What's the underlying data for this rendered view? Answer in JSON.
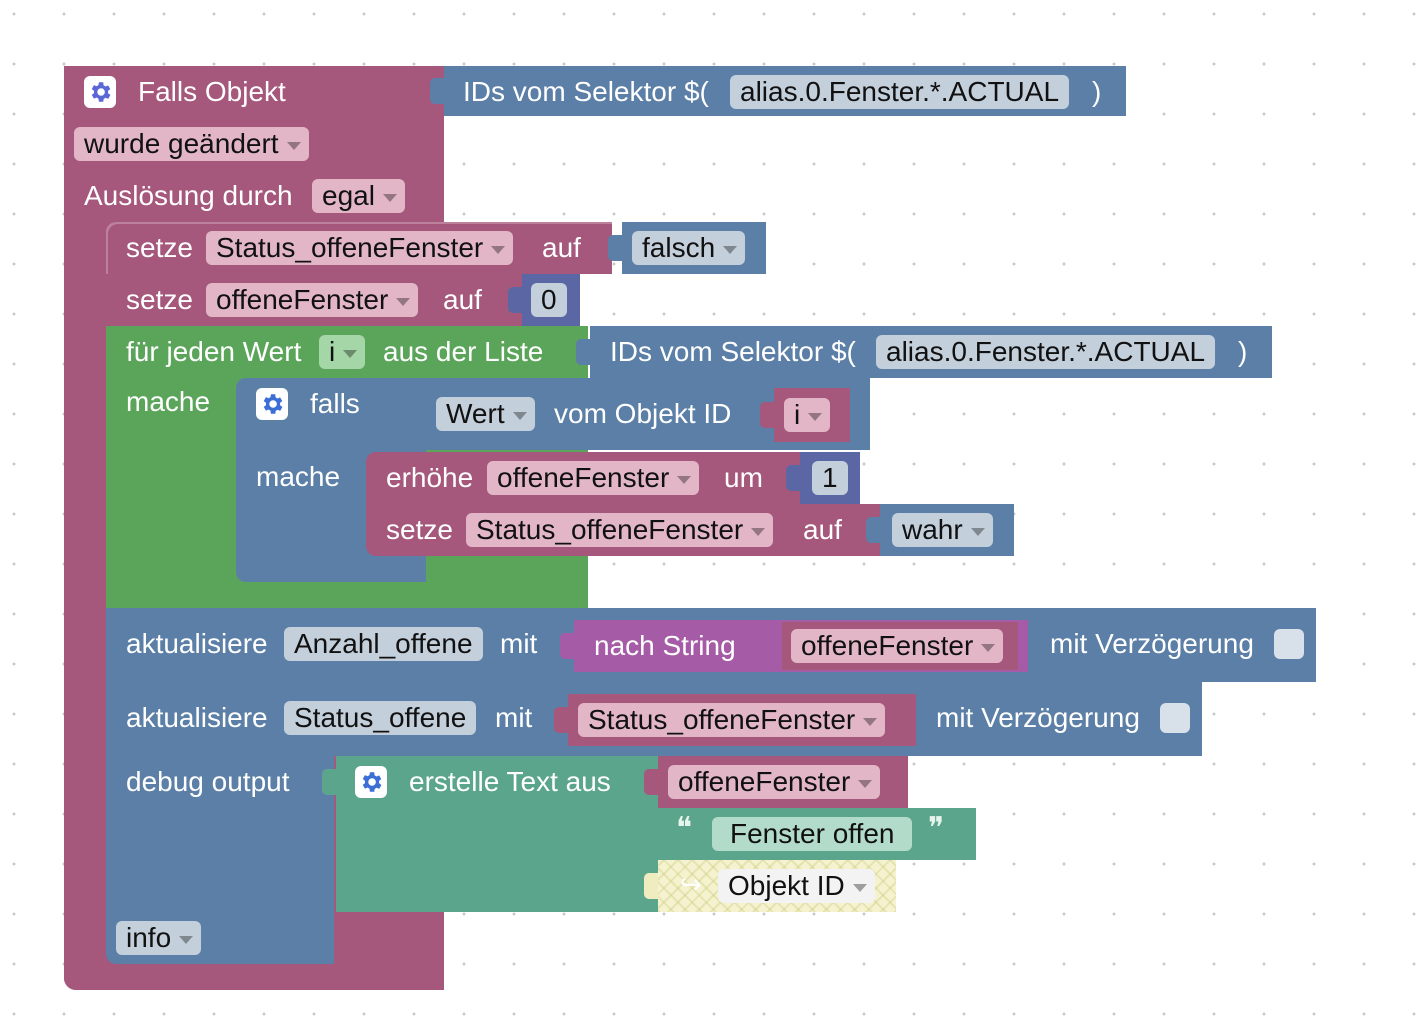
{
  "colors": {
    "event": "#a5577c",
    "logic": "#5b7fa6",
    "variable": "#a5577c",
    "loop": "#5ba55b",
    "math": "#5b67a5",
    "text": "#5ba58c",
    "string": "#a55ba5"
  },
  "trigger": {
    "title": "Falls Objekt",
    "selector_prefix": "IDs vom Selektor $(",
    "selector_value": "alias.0.Fenster.*.ACTUAL",
    "selector_suffix": ")",
    "mode": "wurde geändert",
    "trigger_label": "Auslösung durch",
    "trigger_value": "egal"
  },
  "set1": {
    "label": "setze",
    "var": "Status_offeneFenster",
    "to": "auf",
    "value": "falsch"
  },
  "set2": {
    "label": "setze",
    "var": "offeneFenster",
    "to": "auf",
    "value": "0"
  },
  "loop": {
    "label": "für jeden Wert",
    "var": "i",
    "from": "aus der Liste",
    "selector_prefix": "IDs vom Selektor $(",
    "selector_value": "alias.0.Fenster.*.ACTUAL",
    "selector_suffix": ")",
    "do": "mache"
  },
  "if": {
    "label": "falls",
    "value_dd": "Wert",
    "of_object": "vom Objekt ID",
    "var": "i",
    "do": "mache"
  },
  "inc": {
    "label": "erhöhe",
    "var": "offeneFenster",
    "by": "um",
    "value": "1"
  },
  "set3": {
    "label": "setze",
    "var": "Status_offeneFenster",
    "to": "auf",
    "value": "wahr"
  },
  "update1": {
    "label": "aktualisiere",
    "target": "Anzahl_offene",
    "with": "mit",
    "convert": "nach String",
    "var": "offeneFenster",
    "delay": "mit Verzögerung"
  },
  "update2": {
    "label": "aktualisiere",
    "target": "Status_offene",
    "with": "mit",
    "var": "Status_offeneFenster",
    "delay": "mit Verzögerung"
  },
  "debug": {
    "label": "debug output",
    "join": "erstelle Text aus",
    "item1": "offeneFenster",
    "quote_open": "❝",
    "item2": "Fenster offen",
    "quote_close": "❞",
    "item3": "Objekt ID",
    "level": "info"
  }
}
